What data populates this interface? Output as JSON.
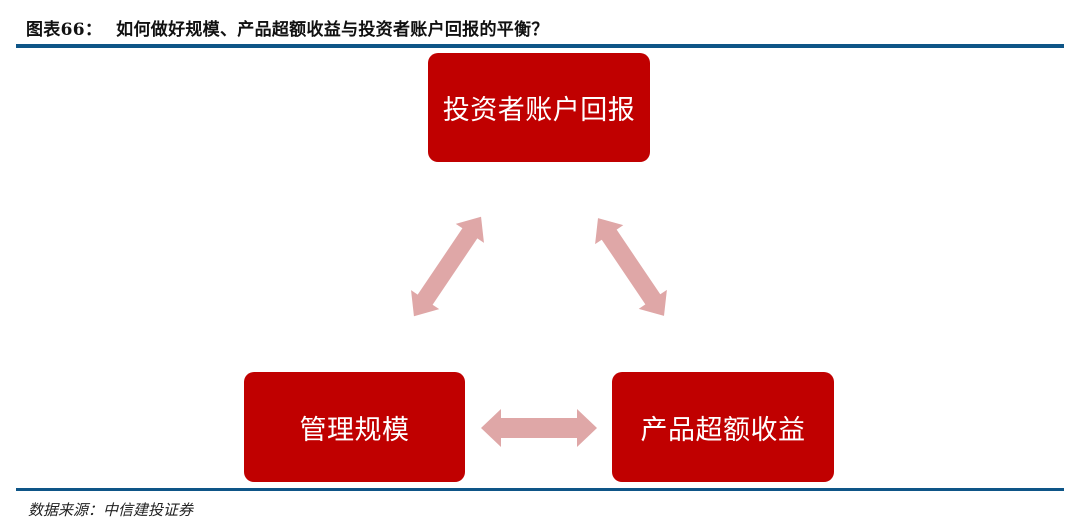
{
  "figure": {
    "label": "图表66：",
    "title": "如何做好规模、产品超额收益与投资者账户回报的平衡？"
  },
  "diagram": {
    "nodes": [
      {
        "id": "top",
        "label": "投资者账户回报"
      },
      {
        "id": "bottom_left",
        "label": "管理规模"
      },
      {
        "id": "bottom_right",
        "label": "产品超额收益"
      }
    ],
    "edges": [
      {
        "from": "bottom_left",
        "to": "top",
        "type": "double-arrow"
      },
      {
        "from": "top",
        "to": "bottom_right",
        "type": "double-arrow"
      },
      {
        "from": "bottom_left",
        "to": "bottom_right",
        "type": "double-arrow"
      }
    ],
    "colors": {
      "node_fill": "#c00000",
      "node_text": "#ffffff",
      "arrow_fill": "#dfa7a7",
      "rule": "#0e5587"
    }
  },
  "footer": {
    "source": "数据来源：中信建投证券"
  }
}
